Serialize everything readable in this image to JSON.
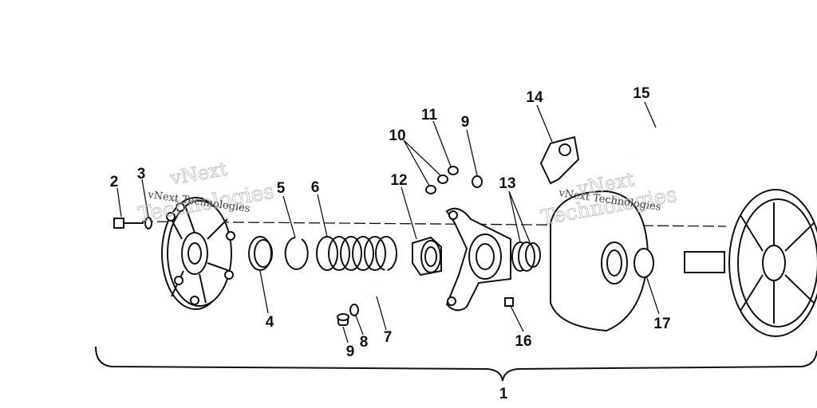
{
  "diagram": {
    "callouts": [
      {
        "id": "c1",
        "label": "1"
      },
      {
        "id": "c2",
        "label": "2"
      },
      {
        "id": "c3",
        "label": "3"
      },
      {
        "id": "c4",
        "label": "4"
      },
      {
        "id": "c5",
        "label": "5"
      },
      {
        "id": "c6",
        "label": "6"
      },
      {
        "id": "c7",
        "label": "7"
      },
      {
        "id": "c8",
        "label": "8"
      },
      {
        "id": "c9a",
        "label": "9"
      },
      {
        "id": "c9b",
        "label": "9"
      },
      {
        "id": "c10",
        "label": "10"
      },
      {
        "id": "c11",
        "label": "11"
      },
      {
        "id": "c12",
        "label": "12"
      },
      {
        "id": "c13",
        "label": "13"
      },
      {
        "id": "c14",
        "label": "14"
      },
      {
        "id": "c15",
        "label": "15"
      },
      {
        "id": "c16",
        "label": "16"
      },
      {
        "id": "c17",
        "label": "17"
      }
    ]
  },
  "watermarks": {
    "big1": "vNext",
    "big2": "Technologies",
    "small1": "vNext Technologies",
    "big3": "vNext",
    "big4": "Technologies",
    "small2": "vNext Technologies"
  }
}
